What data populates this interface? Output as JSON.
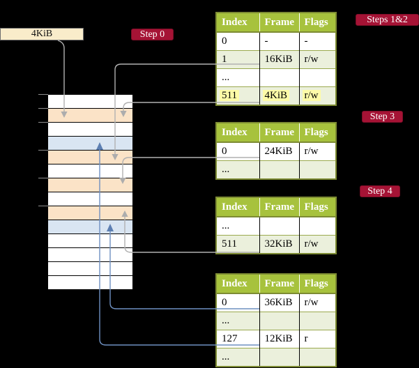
{
  "colors": {
    "background": "#000000",
    "badge_accent": "#a51335",
    "table_header_green": "#a7c23d",
    "table_border_olive": "#7d8b33",
    "row_shade_green": "#ebf0dc",
    "frame_pagetable_orange": "#fbe3c7",
    "frame_data_blue": "#d9e5f2",
    "highlight_yellow": "#fdfba8",
    "connector_gray": "#b1b1b1",
    "connector_blue": "#6e90c1",
    "root_box_bg": "#f9ecca"
  },
  "root_pointer": {
    "label": "4KiB"
  },
  "badges": {
    "step0": "Step 0",
    "steps12": "Steps 1&2",
    "step3": "Step 3",
    "step4": "Step 4"
  },
  "memory": {
    "description": "physical memory frames, one row per 4KiB frame",
    "rows": [
      {
        "tone": "tone-plain"
      },
      {
        "tone": "tone-pt"
      },
      {
        "tone": "tone-plain"
      },
      {
        "tone": "tone-data"
      },
      {
        "tone": "tone-pt"
      },
      {
        "tone": "tone-plain"
      },
      {
        "tone": "tone-pt"
      },
      {
        "tone": "tone-plain"
      },
      {
        "tone": "tone-pt"
      },
      {
        "tone": "tone-data"
      },
      {
        "tone": "tone-plain"
      },
      {
        "tone": "tone-plain"
      },
      {
        "tone": "tone-plain"
      },
      {
        "tone": "tone-plain"
      }
    ]
  },
  "tables": [
    {
      "headers": [
        "Index",
        "Frame",
        "Flags"
      ],
      "rows": [
        {
          "cells": [
            "0",
            "-",
            "-"
          ]
        },
        {
          "cells": [
            "1",
            "16KiB",
            "r/w"
          ]
        },
        {
          "cells": [
            "...",
            "",
            ""
          ]
        },
        {
          "cells": [
            "511",
            "4KiB",
            "r/w"
          ],
          "hl": "hl"
        }
      ]
    },
    {
      "headers": [
        "Index",
        "Frame",
        "Flags"
      ],
      "rows": [
        {
          "cells": [
            "0",
            "24KiB",
            "r/w"
          ]
        },
        {
          "cells": [
            "...",
            "",
            ""
          ]
        }
      ]
    },
    {
      "headers": [
        "Index",
        "Frame",
        "Flags"
      ],
      "rows": [
        {
          "cells": [
            "...",
            "",
            ""
          ]
        },
        {
          "cells": [
            "511",
            "32KiB",
            "r/w"
          ]
        }
      ]
    },
    {
      "headers": [
        "Index",
        "Frame",
        "Flags"
      ],
      "rows": [
        {
          "cells": [
            "0",
            "36KiB",
            "r/w"
          ]
        },
        {
          "cells": [
            "...",
            "",
            ""
          ]
        },
        {
          "cells": [
            "127",
            "12KiB",
            "r"
          ]
        },
        {
          "cells": [
            "...",
            "",
            ""
          ]
        }
      ]
    }
  ]
}
